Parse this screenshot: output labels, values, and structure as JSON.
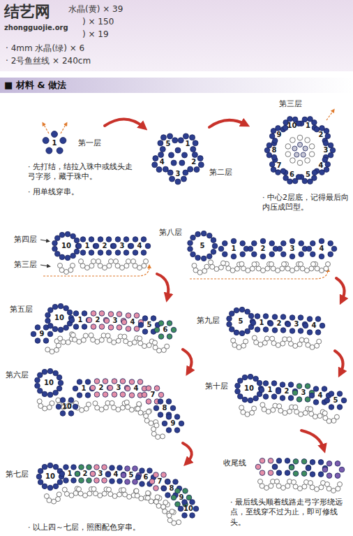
{
  "diagram": {
    "title": "■ 材料 & 做法",
    "labels": [
      "结艺网",
      "zhongguojie.org",
      "水晶(黄) × 39",
      ") × 150",
      ") × 19",
      "· 4mm 水晶(绿) × 6",
      "· 2号鱼丝线 × 240cm",
      "第一层",
      "1",
      "· 先打结，结拉入珠中或线头走弓字形，藏于珠中。",
      "· 用单线穿串。",
      "第二层",
      "1",
      "2",
      "3",
      "4",
      "5",
      "第三层",
      "1",
      "2",
      "3",
      "4",
      "5",
      "6",
      "7",
      "8",
      "9",
      "10",
      "· 中心2层底，记得最后向内压成凹型。",
      "第四层",
      "第三层",
      "10",
      "1",
      "2",
      "3",
      "4",
      "第五层",
      "10",
      "9",
      "1",
      "2",
      "3",
      "4",
      "5",
      "6",
      "第六层",
      "10",
      "10",
      "1",
      "2",
      "3",
      "4",
      "7",
      "8",
      "9",
      "第七层",
      "10",
      "1",
      "2",
      "3",
      "4",
      "5",
      "6",
      "7",
      "8",
      "9",
      "10",
      "· 以上四～七层，照图配色穿串。",
      "第八层",
      "5",
      "1",
      "2",
      "3",
      "4",
      "第九层",
      "5",
      "1",
      "2",
      "3",
      "4",
      "第十层",
      "10",
      "1",
      "2",
      "3",
      "4",
      "5",
      "收尾线",
      "· 最后线头顺着线路走弓字形绕远点，至线穿不过为止，即可修线头。"
    ]
  }
}
